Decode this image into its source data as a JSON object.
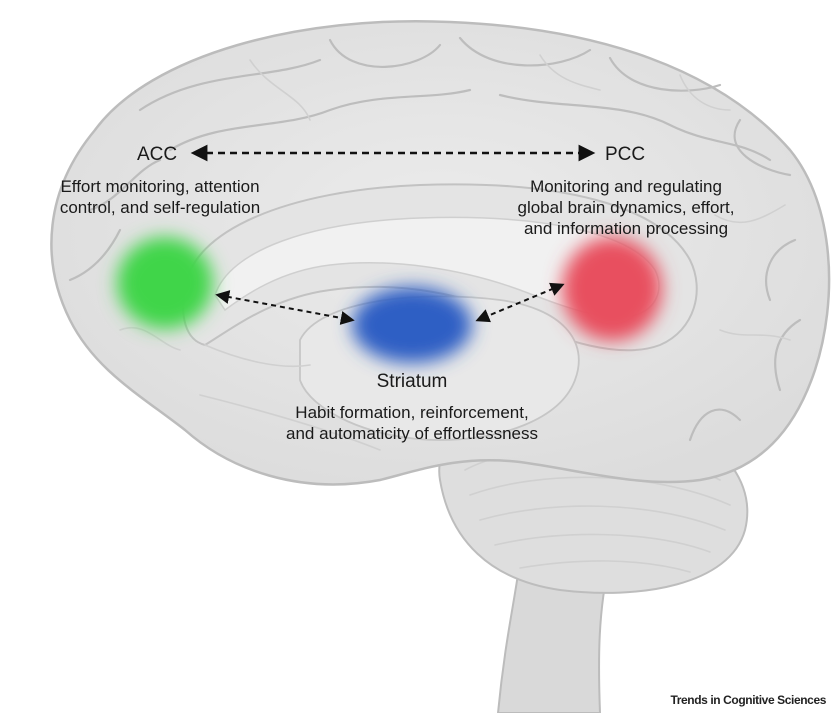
{
  "regions": {
    "acc": {
      "name": "ACC",
      "description_lines": [
        "Effort monitoring, attention",
        "control, and self-regulation"
      ],
      "color": "#3fd54a"
    },
    "pcc": {
      "name": "PCC",
      "description_lines": [
        "Monitoring and regulating",
        "global brain dynamics, effort,",
        "and information processing"
      ],
      "color": "#e8505e"
    },
    "striatum": {
      "name": "Striatum",
      "description_lines": [
        "Habit formation, reinforcement,",
        "and automaticity of effortlessness"
      ],
      "color": "#2f5ec4"
    }
  },
  "connections": [
    {
      "from": "ACC",
      "to": "PCC",
      "style": "dashed",
      "direction": "bidirectional"
    },
    {
      "from": "ACC",
      "to": "Striatum",
      "style": "dashed",
      "direction": "bidirectional"
    },
    {
      "from": "PCC",
      "to": "Striatum",
      "style": "dashed",
      "direction": "bidirectional"
    }
  ],
  "brand": {
    "text": "Trends in Cognitive Sciences"
  }
}
